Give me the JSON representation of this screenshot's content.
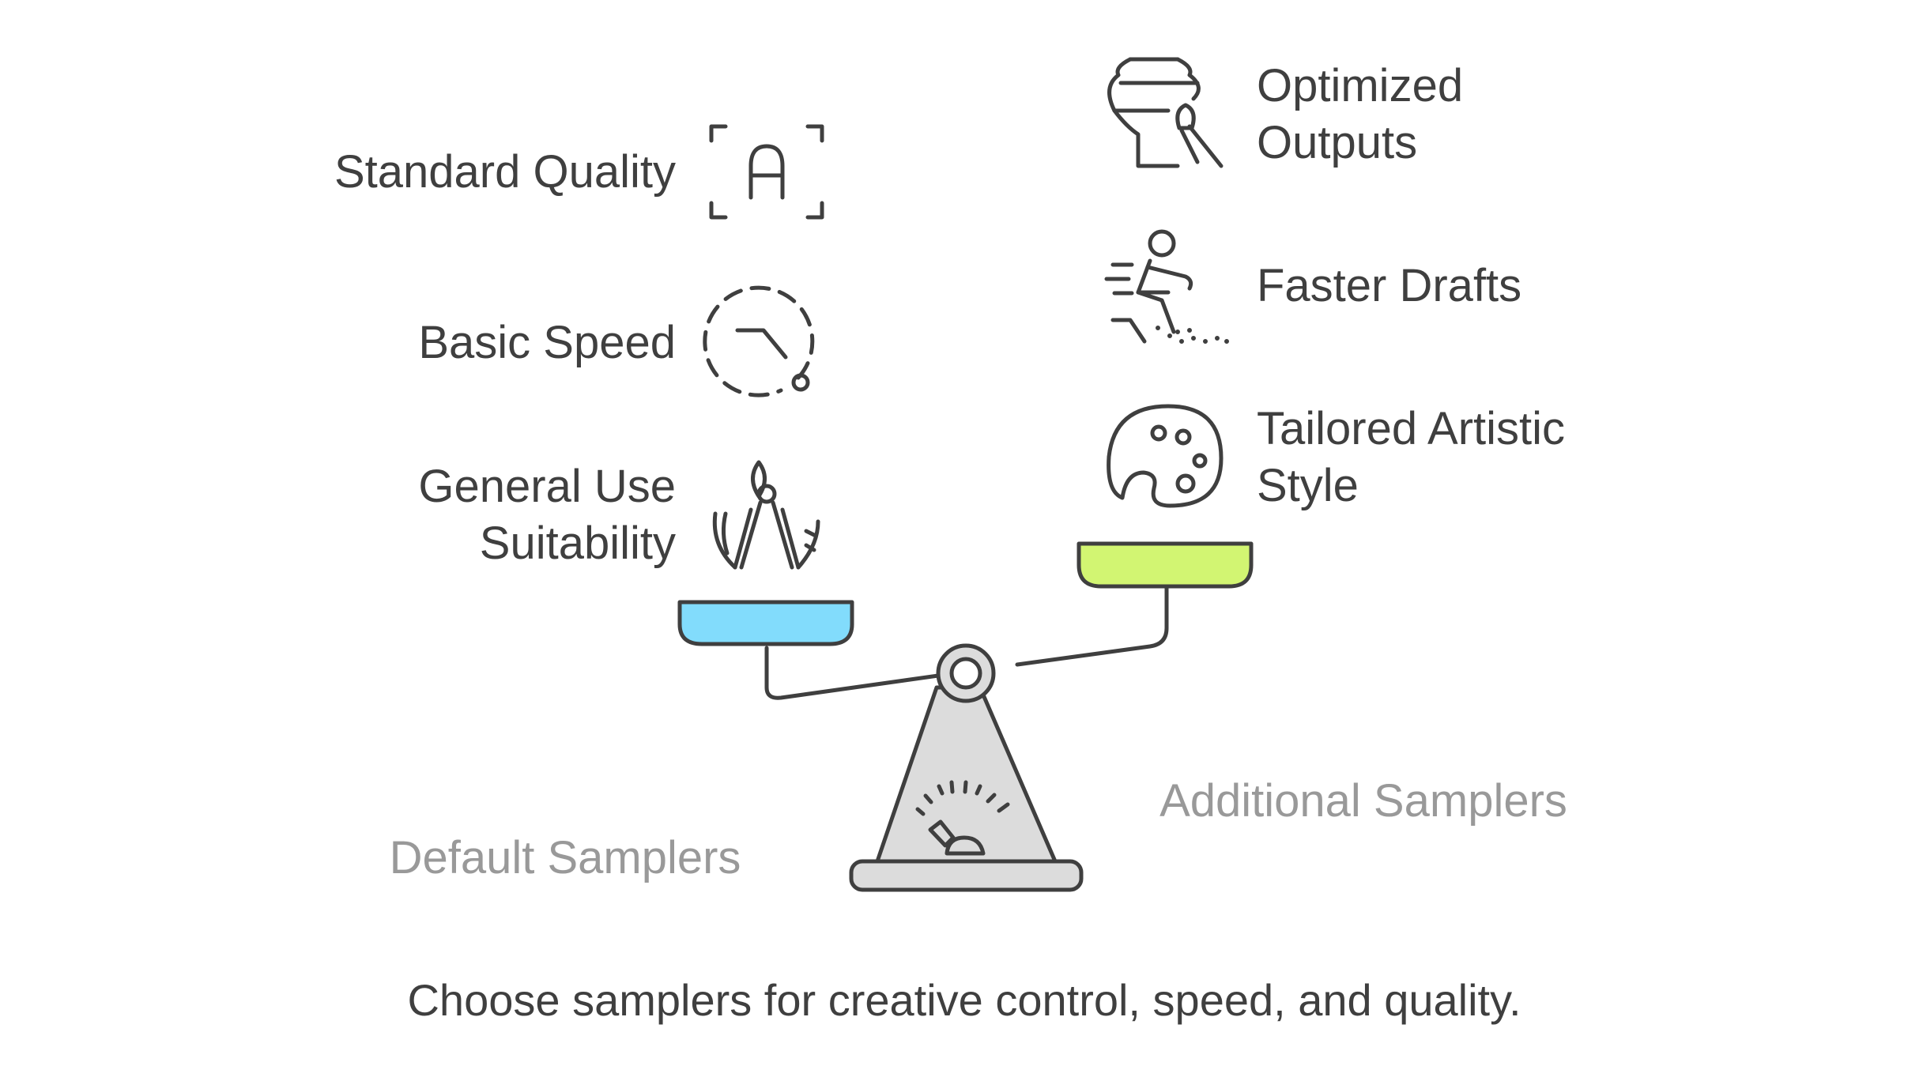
{
  "left_group": {
    "title": "Default Samplers",
    "pan_color": "#82dcfc",
    "items": [
      {
        "lines": [
          "Standard Quality"
        ],
        "icon": "text-frame-icon"
      },
      {
        "lines": [
          "Basic Speed"
        ],
        "icon": "speed-dial-icon"
      },
      {
        "lines": [
          "General Use",
          "Suitability"
        ],
        "icon": "multi-tool-icon"
      }
    ]
  },
  "right_group": {
    "title": "Additional Samplers",
    "pan_color": "#d2f572",
    "items": [
      {
        "lines": [
          "Optimized",
          "Outputs"
        ],
        "icon": "vase-brush-icon"
      },
      {
        "lines": [
          "Faster Drafts"
        ],
        "icon": "running-person-icon"
      },
      {
        "lines": [
          "Tailored Artistic",
          "Style"
        ],
        "icon": "palette-icon"
      }
    ]
  },
  "caption": "Choose samplers for creative control, speed, and quality.",
  "colors": {
    "text": "#3f3f3f",
    "muted": "#999999",
    "stand": "#dcdcdc",
    "outline": "#3f3f3f"
  }
}
